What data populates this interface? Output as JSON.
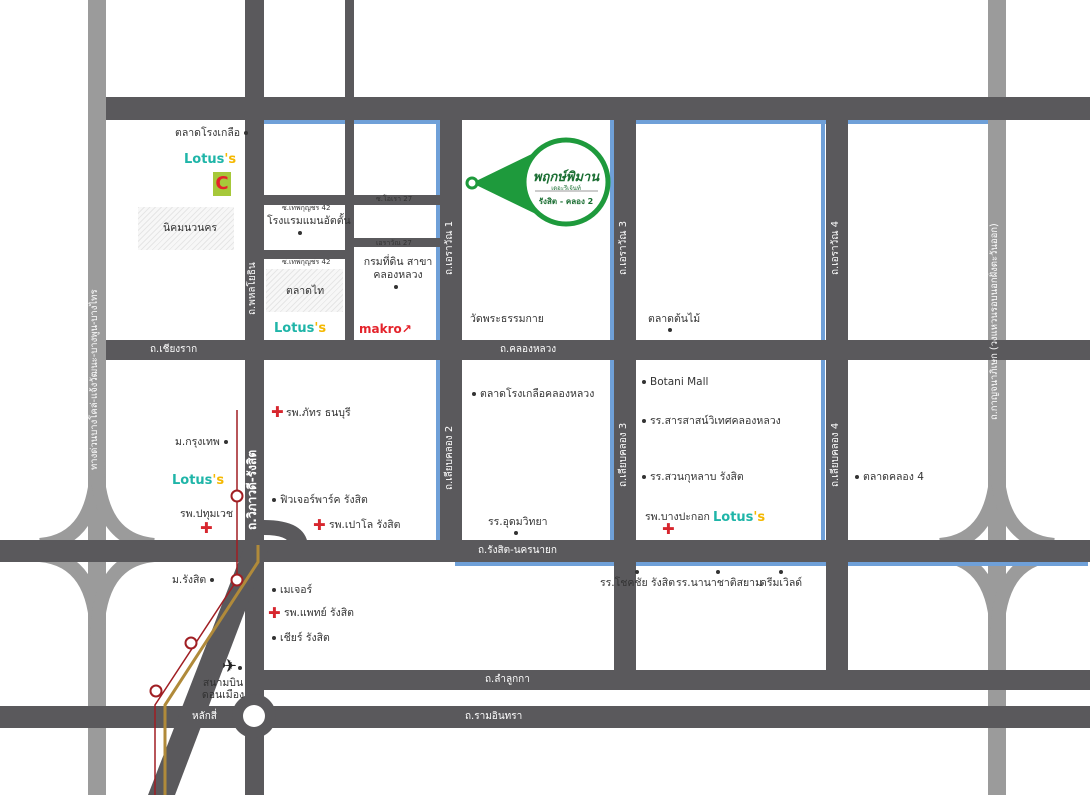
{
  "marker": {
    "title": "พฤกษ์พิมาน",
    "subtitle": "เดอะรีเจ้นท์",
    "location": "รังสิต - คลอง 2",
    "color": "#1e9a3c"
  },
  "colors": {
    "road": "#5a595c",
    "highway": "#9b9b9b",
    "canal": "#6fa0d8",
    "rail": "#a01e23",
    "rail2": "#b08a3a"
  },
  "brands": {
    "lotus_main": "Lotus",
    "lotus_tail": "'s",
    "makro": "makro↗",
    "bigc": "C"
  },
  "roads": {
    "highway_left": "ทางด่วนบางโคล่-แจ้งวัฒนะ-บางพูน-บางไทร",
    "highway_right": "ถ.กาญจนาภิเษก (วงแหวนรอบนอกฝั่งตะวันออก)",
    "phahon": "ถ.พหลโยธิน",
    "vibhavadi": "ถ.วิภาวดี-รังสิต",
    "erawan1": "ถ.เอราวัณ 1",
    "erawan3": "ถ.เอราวัณ 3",
    "erawan4": "ถ.เอราวัณ 4",
    "liab3": "ถ.เลียบคลอง 3",
    "liab4": "ถ.เลียบคลอง 4",
    "liab2": "ถ.เลียบคลอง 2",
    "chiangrak": "ถ.เชียงราก",
    "khlongluang": "ถ.คลองหลวง",
    "rangsit_nakhonnayok": "ถ.รังสิต-นครนายก",
    "lamlukka": "ถ.ลำลูกกา",
    "ramintra": "ถ.รามอินทรา",
    "laksi": "หลักสี่",
    "soi42a": "ซ.เทพกุญชร 42",
    "soi42b": "ซ.เทพกุญชร 42",
    "soi_orao": "ซ.โอเรา 27",
    "soi_erawan27": "เอราวัณ 27"
  },
  "places": {
    "talat_rongkluea": "ตลาดโรงเกลือ",
    "nikhom": "นิคมนวนคร",
    "hotel": "โรงแรมแมนอัตตั้น",
    "talat_thai": "ตลาดไท",
    "land_office": "กรมที่ดิน สาขาคลองหลวง",
    "wat": "วัดพระธรรมกาย",
    "talat_tonmai": "ตลาดต้นไม้",
    "talat_rongkluea_kl": "ตลาดโรงเกลือคลองหลวง",
    "botani": "Botani Mall",
    "school_sarasas": "รร.สารสาสน์วิเทศคลองหลวง",
    "school_suankularb": "รร.สวนกุหลาบ รังสิต",
    "talat_khlong4": "ตลาดคลอง 4",
    "school_udom": "รร.อุดมวิทยา",
    "hosp_bangpakok": "รพ.บางปะกอก",
    "hosp_phatara": "รพ.ภัทร ธนบุรี",
    "uni_bangkok": "ม.กรุงเทพ",
    "hosp_pathumvej": "รพ.ปทุมเวช",
    "future_park": "ฟิวเจอร์พาร์ค รังสิต",
    "hosp_paolo": "รพ.เปาโล รังสิต",
    "uni_rangsit": "ม.รังสิต",
    "major": "เมเจอร์",
    "hosp_phaet": "รพ.แพทย์ รังสิต",
    "cheer": "เชียร์ รังสิต",
    "airport": "สนามบิน ดอนเมือง",
    "school_chokchai": "รร.โชคชัย รังสิต",
    "school_nanachat": "รร.นานาชาติสยาม",
    "dream_world": "ดรีมเวิลด์"
  }
}
